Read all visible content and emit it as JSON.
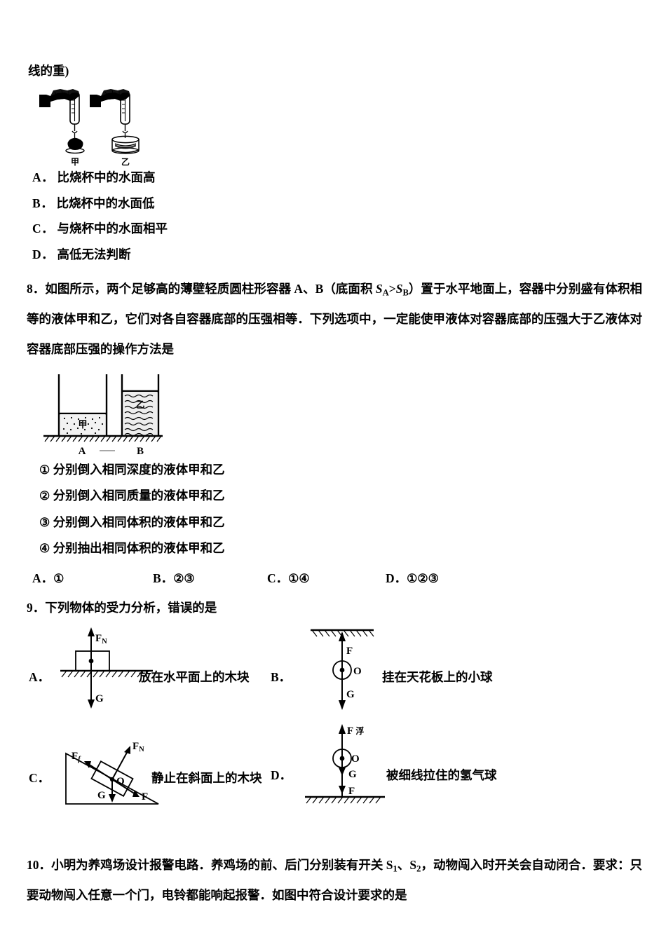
{
  "document": {
    "top_fragment": "线的重)",
    "spring_figure": {
      "label_left": "甲",
      "label_right": "乙",
      "name": "spring-scale-comparison-figure"
    },
    "question7_options": [
      {
        "label": "A",
        "text": "比烧杯中的水面高"
      },
      {
        "label": "B",
        "text": "比烧杯中的水面低"
      },
      {
        "label": "C",
        "text": "与烧杯中的水面相平"
      },
      {
        "label": "D",
        "text": "高低无法判断"
      }
    ],
    "question8": {
      "number": "8．",
      "stem_part1": "如图所示，两个足够高的薄壁轻质圆柱形容器 A、B（底面积 ",
      "stem_S": "S",
      "stem_subA": "A",
      "stem_gt": ">",
      "stem_S2": "S",
      "stem_subB": "B",
      "stem_part2": "）置于水平地面上，容器中分别盛有体积相等的液体甲和乙，它们对各自容器底部的压强相等．下列选项中，一定能使甲液体对容器底部的压强大于乙液体对容器底部压强的操作方法是",
      "figure": {
        "name": "cylinder-containers-figure",
        "liquid_left": "甲",
        "liquid_right": "乙",
        "label_left": "A",
        "label_right": "B"
      },
      "numbered_options": [
        {
          "mark": "①",
          "text": "分别倒入相同深度的液体甲和乙"
        },
        {
          "mark": "②",
          "text": "分别倒入相同质量的液体甲和乙"
        },
        {
          "mark": "③",
          "text": "分别倒入相同体积的液体甲和乙"
        },
        {
          "mark": "④",
          "text": "分别抽出相同体积的液体甲和乙"
        }
      ],
      "choices": [
        {
          "label": "A．",
          "text": "①"
        },
        {
          "label": "B．",
          "text": "②③"
        },
        {
          "label": "C．",
          "text": "①④"
        },
        {
          "label": "D．",
          "text": "①②③"
        }
      ]
    },
    "question9": {
      "number": "9．",
      "stem": "下列物体的受力分析，错误的是",
      "options": [
        {
          "label": "A．",
          "caption": "放在水平面上的木块",
          "diagram": "block-on-horizontal-surface",
          "force_labels": [
            "F",
            "N",
            "G"
          ]
        },
        {
          "label": "B．",
          "caption": "挂在天花板上的小球",
          "diagram": "ball-hanging-from-ceiling",
          "force_labels": [
            "F",
            "G",
            "O"
          ]
        },
        {
          "label": "C．",
          "caption": "静止在斜面上的木块",
          "diagram": "block-at-rest-on-incline",
          "force_labels": [
            "F",
            "f",
            "F",
            "N",
            "G",
            "F",
            "O"
          ]
        },
        {
          "label": "D．",
          "caption": "被细线拉住的氢气球",
          "diagram": "hydrogen-balloon-held-by-string",
          "force_labels": [
            "F",
            "浮",
            "G",
            "F",
            "O"
          ]
        }
      ]
    },
    "question10": {
      "number": "10．",
      "stem_part1": "小明为养鸡场设计报警电路．养鸡场的前、后门分别装有开关 S",
      "sub1": "1",
      "stem_mid": "、S",
      "sub2": "2",
      "stem_part2": "，动物闯入时开关会自动闭合．要求：只要动物闯入任意一个门，电铃都能响起报警．如图中符合设计要求的是"
    }
  },
  "colors": {
    "ink": "#000000",
    "page": "#ffffff"
  }
}
